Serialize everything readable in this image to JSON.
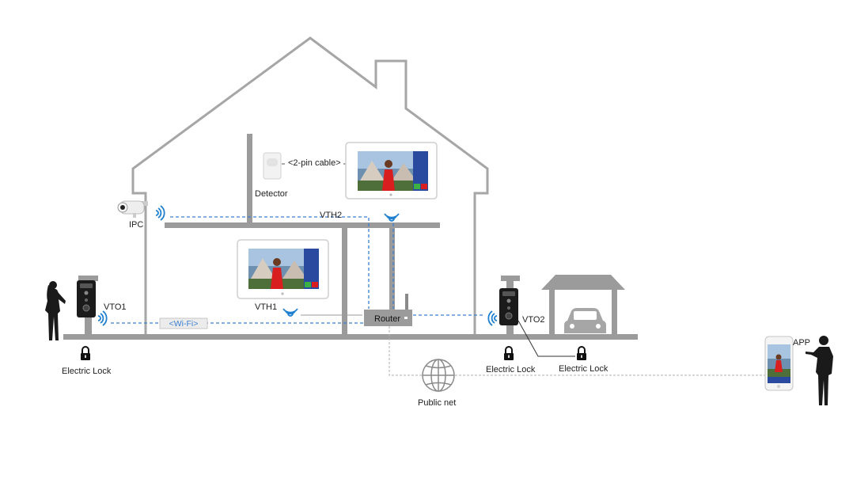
{
  "labels": {
    "detector": "Detector",
    "cable": "<2-pin cable>",
    "vth2": "VTH2",
    "vth1": "VTH1",
    "ipc": "IPC",
    "vto1": "VTO1",
    "vto2": "VTO2",
    "wifi": "<Wi-Fi>",
    "router": "Router",
    "electric_lock_left": "Electric Lock",
    "electric_lock_mid": "Electric Lock",
    "electric_lock_right": "Electric Lock",
    "public_net": "Public net",
    "app": "APP"
  },
  "colors": {
    "wall": "#9b9b9b",
    "outline": "#a6a6a6",
    "wifi": "#1f7fd1",
    "dashed_link": "#3a7fd0",
    "public_link": "#b0b0b0",
    "screen_blue": "#2a4aa0",
    "person_red": "#d81e1e",
    "device_dark": "#1b1b1b"
  },
  "icons": [
    "camera-icon",
    "detector-icon",
    "wifi-icon",
    "lock-icon",
    "globe-icon",
    "car-icon",
    "person-icon",
    "phone-icon",
    "router-icon",
    "door-station-icon",
    "monitor-icon"
  ]
}
